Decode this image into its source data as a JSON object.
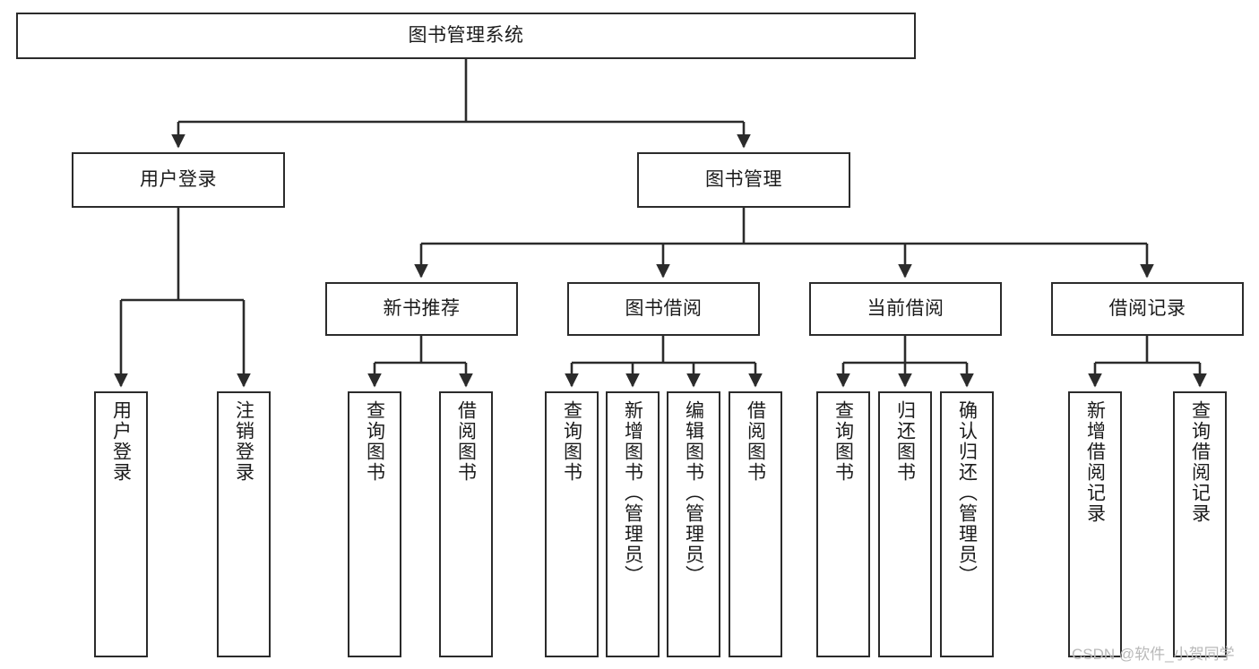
{
  "diagram": {
    "type": "tree-hierarchy-chart",
    "title": "图书管理系统",
    "orientation": "top-down",
    "line_color": "#2b2b2b",
    "box_fill": "#ffffff",
    "text_color": "#1b1b1b",
    "root": {
      "id": "root",
      "label": "图书管理系统"
    },
    "level1": [
      {
        "id": "user-login",
        "label": "用户登录"
      },
      {
        "id": "book-manage",
        "label": "图书管理"
      }
    ],
    "level2": [
      {
        "id": "new-book-recommend",
        "label": "新书推荐",
        "parent": "book-manage"
      },
      {
        "id": "book-borrow",
        "label": "图书借阅",
        "parent": "book-manage"
      },
      {
        "id": "current-borrow",
        "label": "当前借阅",
        "parent": "book-manage"
      },
      {
        "id": "borrow-record",
        "label": "借阅记录",
        "parent": "book-manage"
      }
    ],
    "leaves": [
      {
        "id": "leaf-user-login",
        "label": "用户登录",
        "parent": "user-login"
      },
      {
        "id": "leaf-logout-login",
        "label": "注销登录",
        "parent": "user-login"
      },
      {
        "id": "leaf-query-book-1",
        "label": "查询图书",
        "parent": "new-book-recommend"
      },
      {
        "id": "leaf-borrow-book-1",
        "label": "借阅图书",
        "parent": "new-book-recommend"
      },
      {
        "id": "leaf-query-book-2",
        "label": "查询图书",
        "parent": "book-borrow"
      },
      {
        "id": "leaf-add-book",
        "label": "新增图书（管理员）",
        "parent": "book-borrow"
      },
      {
        "id": "leaf-edit-book",
        "label": "编辑图书（管理员）",
        "parent": "book-borrow"
      },
      {
        "id": "leaf-borrow-book-2",
        "label": "借阅图书",
        "parent": "book-borrow"
      },
      {
        "id": "leaf-query-book-3",
        "label": "查询图书",
        "parent": "current-borrow"
      },
      {
        "id": "leaf-return-book",
        "label": "归还图书",
        "parent": "current-borrow"
      },
      {
        "id": "leaf-confirm-return",
        "label": "确认归还（管理员）",
        "parent": "current-borrow"
      },
      {
        "id": "leaf-add-record",
        "label": "新增借阅记录",
        "parent": "borrow-record"
      },
      {
        "id": "leaf-query-record",
        "label": "查询借阅记录",
        "parent": "borrow-record"
      }
    ]
  },
  "watermark": {
    "text": "CSDN @软件_小贺同学",
    "color": "#b9b9b9"
  }
}
